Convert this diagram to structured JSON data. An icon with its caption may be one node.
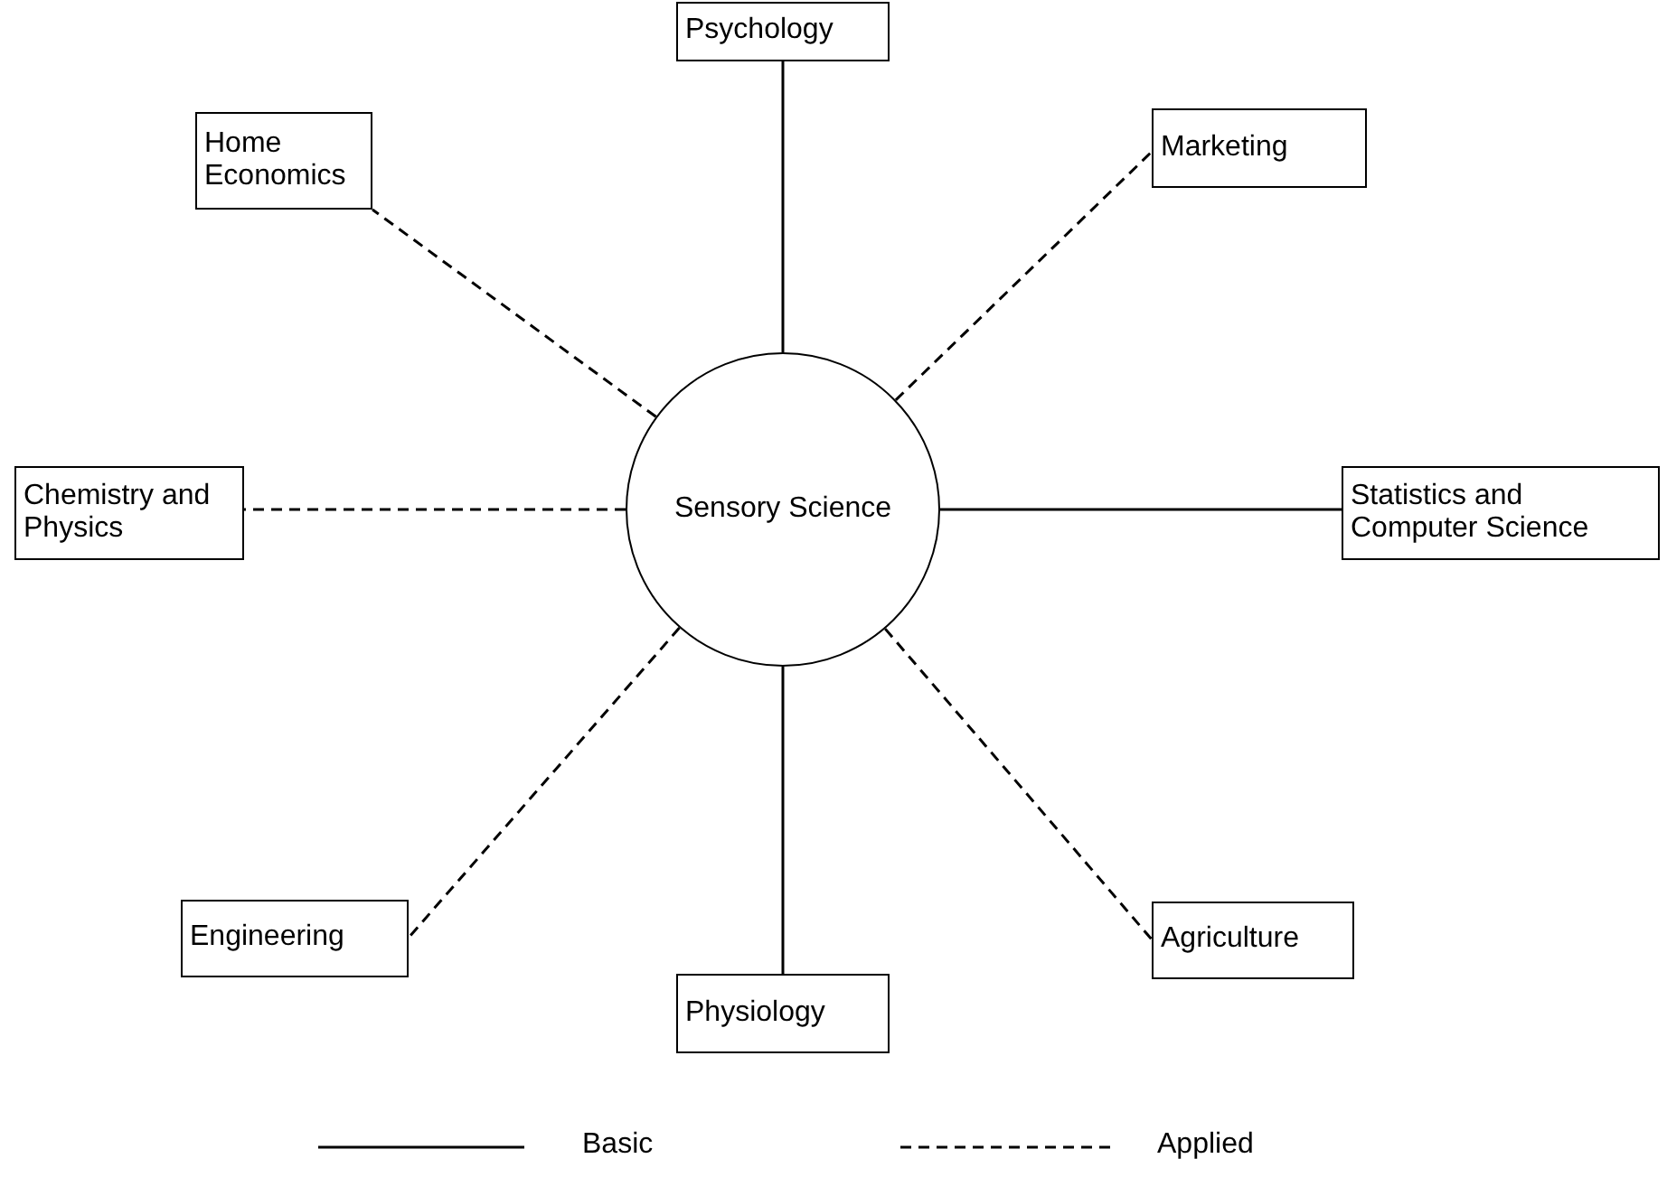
{
  "diagram": {
    "nodes": [
      {
        "text": [
          "Sensory Science"
        ]
      },
      {
        "text": [
          "Psychology"
        ]
      },
      {
        "text": [
          "Home Economics"
        ]
      },
      {
        "text": [
          "Marketing"
        ]
      },
      {
        "text": [
          "Chemistry and Physics"
        ]
      },
      {
        "text": [
          "Statistics and Computer Science"
        ]
      },
      {
        "text": [
          "Engineering"
        ]
      },
      {
        "text": [
          "Agriculture"
        ]
      },
      {
        "text": [
          "Physiology"
        ]
      }
    ],
    "edges": [
      {
        "from": 0,
        "to": 1,
        "arrow": "none"
      },
      {
        "from": 0,
        "to": 2,
        "arrow": "none",
        "style": "dashed"
      },
      {
        "from": 0,
        "to": 3,
        "arrow": "none",
        "style": "dashed"
      },
      {
        "from": 0,
        "to": 4,
        "arrow": "none",
        "style": "dashed"
      },
      {
        "from": 0,
        "to": 5,
        "arrow": "none"
      },
      {
        "from": 0,
        "to": 6,
        "arrow": "none",
        "style": "dashed"
      },
      {
        "from": 0,
        "to": 7,
        "arrow": "none",
        "style": "dashed"
      },
      {
        "from": 0,
        "to": 8,
        "arrow": "none"
      }
    ],
    "legend": [
      {
        "text": "Basic"
      },
      {
        "text": "Applied"
      }
    ]
  }
}
